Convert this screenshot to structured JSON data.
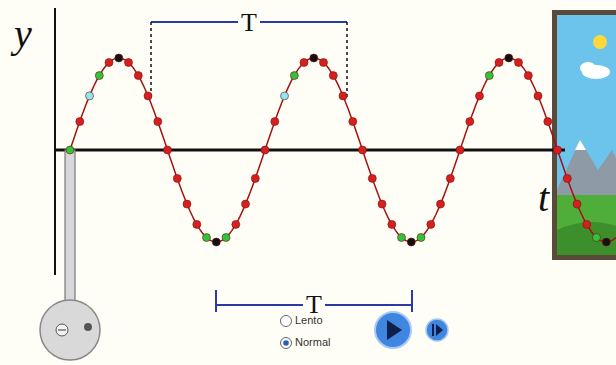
{
  "diagram": {
    "labels": [
      "y",
      "T",
      "t",
      "T",
      "Lento",
      "Normal"
    ]
  }
}
